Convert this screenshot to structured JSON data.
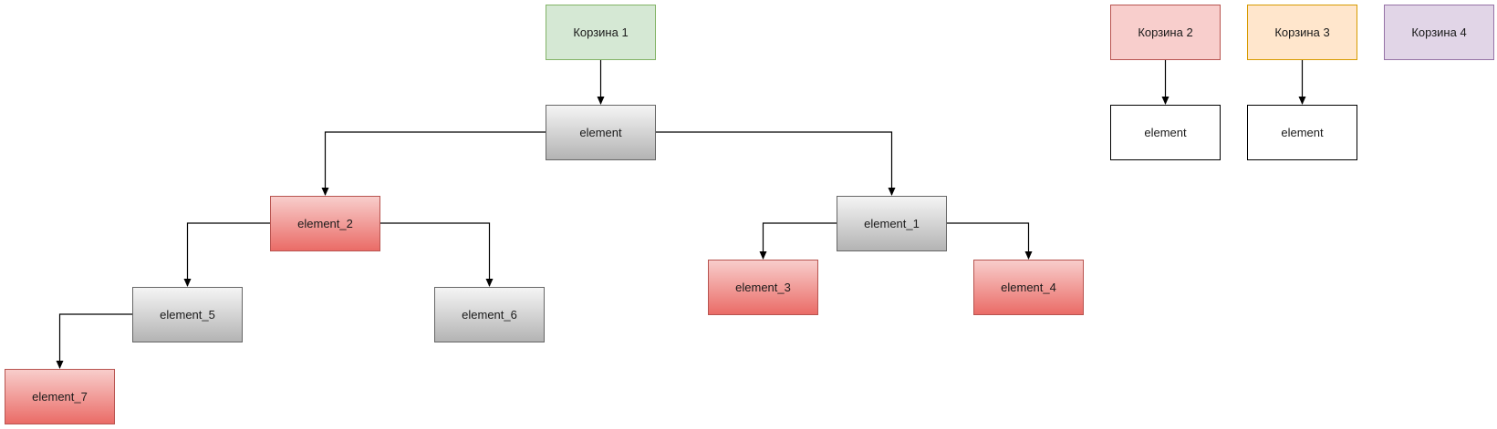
{
  "nodes": [
    {
      "id": "korzina1",
      "label": "Корзина 1",
      "style": "green"
    },
    {
      "id": "korzina2",
      "label": "Корзина 2",
      "style": "pink"
    },
    {
      "id": "korzina3",
      "label": "Корзина 3",
      "style": "orange"
    },
    {
      "id": "korzina4",
      "label": "Корзина 4",
      "style": "purple"
    },
    {
      "id": "element_root",
      "label": "element",
      "style": "gray"
    },
    {
      "id": "element_k2",
      "label": "element",
      "style": "white"
    },
    {
      "id": "element_k3",
      "label": "element",
      "style": "white"
    },
    {
      "id": "element_1",
      "label": "element_1",
      "style": "gray"
    },
    {
      "id": "element_2",
      "label": "element_2",
      "style": "red"
    },
    {
      "id": "element_3",
      "label": "element_3",
      "style": "red"
    },
    {
      "id": "element_4",
      "label": "element_4",
      "style": "red"
    },
    {
      "id": "element_5",
      "label": "element_5",
      "style": "gray"
    },
    {
      "id": "element_6",
      "label": "element_6",
      "style": "gray"
    },
    {
      "id": "element_7",
      "label": "element_7",
      "style": "red"
    }
  ],
  "edges": [
    {
      "from": "korzina1",
      "to": "element_root"
    },
    {
      "from": "element_root",
      "to": "element_2"
    },
    {
      "from": "element_root",
      "to": "element_1"
    },
    {
      "from": "element_2",
      "to": "element_5"
    },
    {
      "from": "element_2",
      "to": "element_6"
    },
    {
      "from": "element_5",
      "to": "element_7"
    },
    {
      "from": "element_1",
      "to": "element_3"
    },
    {
      "from": "element_1",
      "to": "element_4"
    },
    {
      "from": "korzina2",
      "to": "element_k2"
    },
    {
      "from": "korzina3",
      "to": "element_k3"
    }
  ],
  "styles": {
    "green": {
      "fill": "#d5e8d4",
      "stroke": "#82b366"
    },
    "pink": {
      "fill": "#f8cecc",
      "stroke": "#b85450"
    },
    "orange": {
      "fill": "#ffe6cc",
      "stroke": "#d79b00"
    },
    "purple": {
      "fill": "#e1d5e7",
      "stroke": "#9673a6"
    },
    "white": {
      "fill": "#ffffff",
      "stroke": "#000000"
    },
    "gray": {
      "gradient": [
        "#f5f5f5",
        "#b3b3b3"
      ],
      "stroke": "#666666"
    },
    "red": {
      "gradient": [
        "#f8cecc",
        "#ea6b66"
      ],
      "stroke": "#b85450"
    }
  }
}
